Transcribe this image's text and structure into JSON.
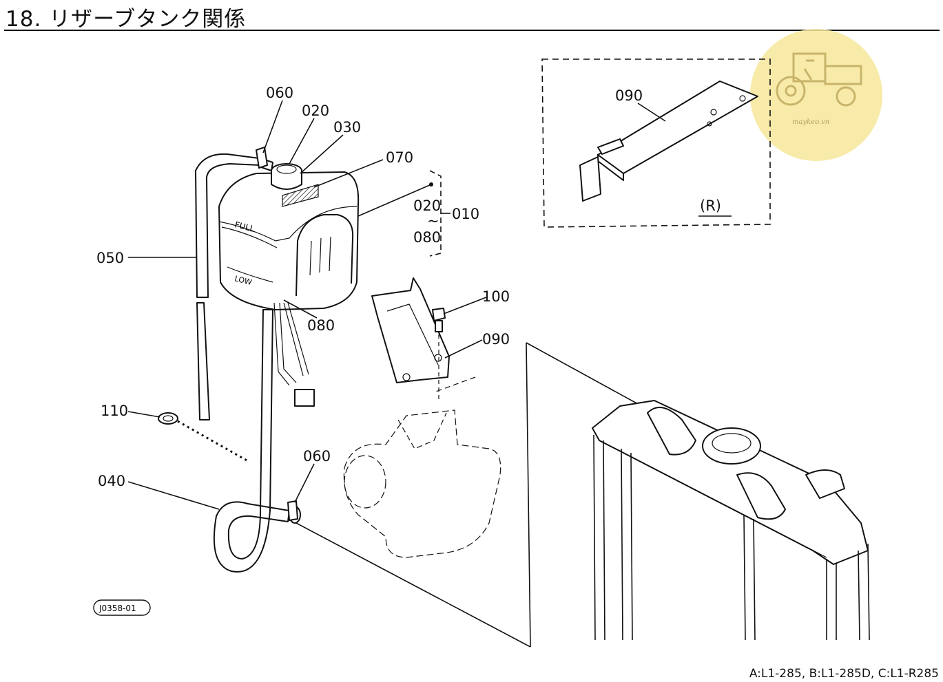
{
  "header": {
    "title": "18. リザーブタンク関係"
  },
  "callouts": {
    "c060a": "060",
    "c020a": "020",
    "c030": "030",
    "c070": "070",
    "c020b": "020",
    "c010": "010",
    "c080a": "080",
    "c050": "050",
    "c080b": "080",
    "c100": "100",
    "c090a": "090",
    "c090b": "090",
    "c110": "110",
    "c060b": "060",
    "c040": "040",
    "r_label": "(R)",
    "tilde": "~"
  },
  "tank_labels": {
    "full": "FULL",
    "low": "LOW"
  },
  "drawing_code": "J0358-01",
  "watermark": {
    "text": "maykeo.vn",
    "color": "#f7e79a",
    "icon": "tractor-icon"
  },
  "footer": {
    "models": "A:L1-285, B:L1-285D, C:L1-R285"
  }
}
